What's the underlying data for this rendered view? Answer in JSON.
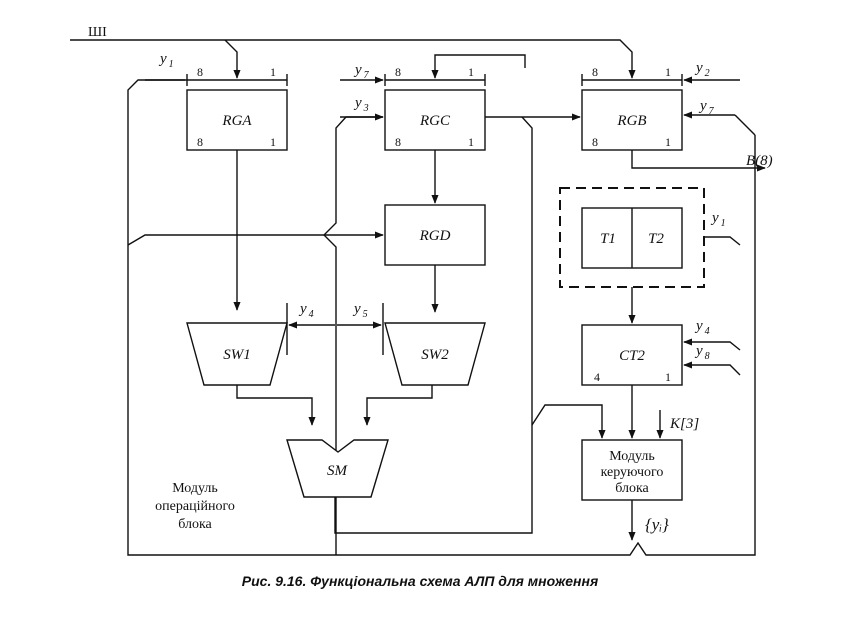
{
  "bus_label": "ШІ",
  "blocks": {
    "rga": {
      "name": "RGA",
      "top_left": "8",
      "top_right": "1",
      "bottom_left": "8",
      "bottom_right": "1"
    },
    "rgc": {
      "name": "RGC",
      "top_left": "8",
      "top_right": "1",
      "bottom_left": "8",
      "bottom_right": "1"
    },
    "rgb": {
      "name": "RGB",
      "top_left": "8",
      "top_right": "1",
      "bottom_left": "8",
      "bottom_right": "1"
    },
    "rgd": {
      "name": "RGD"
    },
    "t1": {
      "name": "T1"
    },
    "t2": {
      "name": "T2"
    },
    "sw1": {
      "name": "SW1"
    },
    "sw2": {
      "name": "SW2"
    },
    "sm": {
      "name": "SM"
    },
    "ct2": {
      "name": "CT2",
      "bottom_left": "4",
      "bottom_right": "1"
    },
    "control": {
      "line1": "Модуль",
      "line2": "керуючого",
      "line3": "блока"
    }
  },
  "signals": {
    "y1_rga": {
      "base": "y",
      "sub": "1"
    },
    "y7_rgc": {
      "base": "y",
      "sub": "7"
    },
    "y3_rgc": {
      "base": "y",
      "sub": "3"
    },
    "y2_rgb": {
      "base": "y",
      "sub": "2"
    },
    "y7_rgb": {
      "base": "y",
      "sub": "7"
    },
    "y1_t": {
      "base": "y",
      "sub": "1"
    },
    "y4_sw1": {
      "base": "y",
      "sub": "4"
    },
    "y5_sw2": {
      "base": "y",
      "sub": "5"
    },
    "y4_ct2": {
      "base": "y",
      "sub": "4"
    },
    "y8_ct2": {
      "base": "y",
      "sub": "8"
    },
    "b8": "B(8)",
    "k3": "K[3]",
    "yi": "{yᵢ}"
  },
  "operational_module": {
    "line1": "Модуль",
    "line2": "операційного",
    "line3": "блока"
  },
  "caption": "Рис. 9.16. Функціональна схема АЛП для множення"
}
